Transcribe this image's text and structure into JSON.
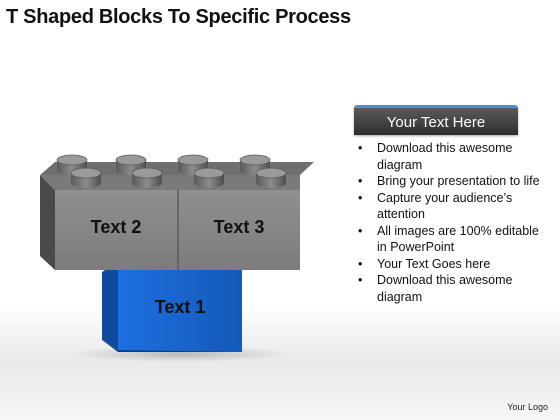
{
  "page": {
    "title": "T Shaped Blocks To Specific Process",
    "logo_text": "Your Logo"
  },
  "blocks": [
    {
      "id": "block-1",
      "label": "Text 1",
      "color": "#1f6fd1"
    },
    {
      "id": "block-2",
      "label": "Text 2",
      "color": "#8a8a8a"
    },
    {
      "id": "block-3",
      "label": "Text 3",
      "color": "#8a8a8a"
    }
  ],
  "panel": {
    "header": "Your Text Here",
    "bullets": [
      "Download this awesome diagram",
      "Bring your presentation to life",
      "Capture your audience’s attention",
      "All images are 100% editable in PowerPoint",
      "Your Text Goes here",
      "Download this awesome diagram"
    ]
  },
  "colors": {
    "accent": "#4a90d9",
    "header_bg": "#3a3a3a",
    "block_gray": "#8a8a8a",
    "block_blue": "#1f6fd1"
  }
}
